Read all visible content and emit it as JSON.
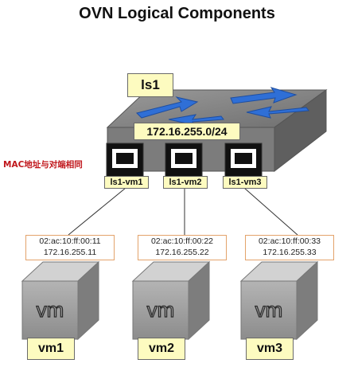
{
  "title": "OVN Logical Components",
  "switch": {
    "name": "ls1",
    "subnet": "172.16.255.0/24"
  },
  "note": "MAC地址与对端相同",
  "ports": [
    {
      "label": "ls1-vm1"
    },
    {
      "label": "ls1-vm2"
    },
    {
      "label": "ls1-vm3"
    }
  ],
  "vms": [
    {
      "name": "vm1",
      "logo": "vm",
      "mac": "02:ac:10:ff:00:11",
      "ip": "172.16.255.11"
    },
    {
      "name": "vm2",
      "logo": "vm",
      "mac": "02:ac:10:ff:00:22",
      "ip": "172.16.255.22"
    },
    {
      "name": "vm3",
      "logo": "vm",
      "mac": "02:ac:10:ff:00:33",
      "ip": "172.16.255.33"
    }
  ],
  "colors": {
    "label_bg": "#fdfbc0",
    "arrow": "#2f6fd6",
    "note": "#c0161b",
    "addr_border": "#e3a36b"
  }
}
